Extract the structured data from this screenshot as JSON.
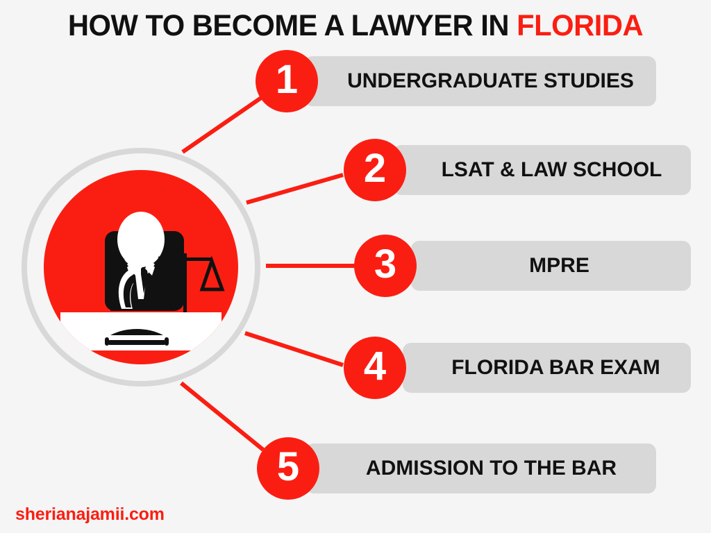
{
  "title": {
    "main": "HOW TO BECOME A LAWYER IN ",
    "accent": "FLORIDA",
    "full": "HOW TO BECOME A LAWYER IN FLORIDA"
  },
  "colors": {
    "accent_red": "#fa1e12",
    "pill_gray": "#d8d8d8",
    "ring_gray": "#d8d8d8",
    "background": "#f5f5f5",
    "text_dark": "#111111",
    "text_light": "#ffffff"
  },
  "hub": {
    "illustration_name": "judge-at-bench-with-scales-of-justice"
  },
  "steps": [
    {
      "number": "1",
      "label": "UNDERGRADUATE STUDIES"
    },
    {
      "number": "2",
      "label": "LSAT & LAW SCHOOL"
    },
    {
      "number": "3",
      "label": "MPRE"
    },
    {
      "number": "4",
      "label": "FLORIDA BAR EXAM"
    },
    {
      "number": "5",
      "label": "ADMISSION TO THE BAR"
    }
  ],
  "footer": {
    "watermark": "sherianajamii.com"
  }
}
